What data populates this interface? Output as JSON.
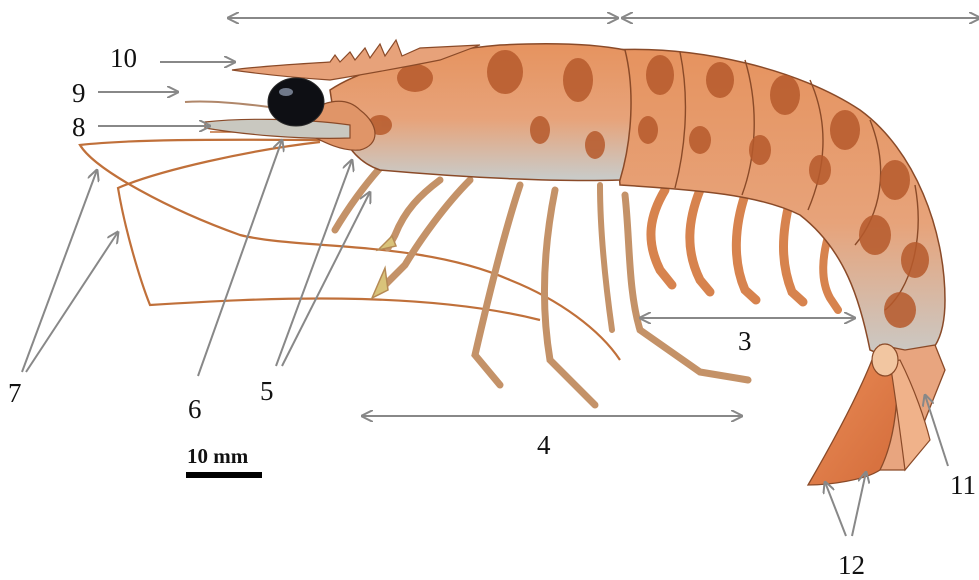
{
  "labels": {
    "n3": "3",
    "n4": "4",
    "n5": "5",
    "n6": "6",
    "n7": "7",
    "n8": "8",
    "n9": "9",
    "n10": "10",
    "n11": "11",
    "n12": "12"
  },
  "scale_bar": {
    "text": "10 mm"
  },
  "colors": {
    "arrow": "#888888",
    "body_orange": "#e0895a",
    "blotch_brown": "#b65a2c",
    "pale_blue_grey": "#b9c2c0",
    "eye": "#0e0f14",
    "appendage": "#c98a5e",
    "antenna": "#c0703a"
  }
}
